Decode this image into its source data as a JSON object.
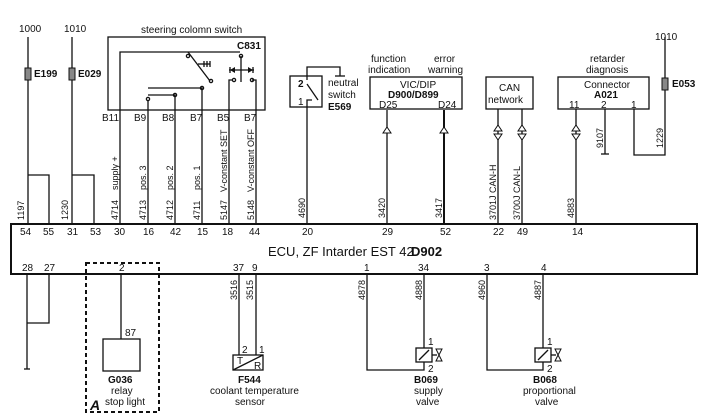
{
  "ecu": {
    "title": "ECU, ZF Intarder EST 42",
    "code": "D902",
    "top_pins": [
      "54",
      "55",
      "31",
      "53",
      "30",
      "16",
      "42",
      "15",
      "18",
      "44",
      "20",
      "29",
      "52",
      "22",
      "49",
      "14"
    ],
    "bottom_pins": [
      "28",
      "27",
      "2",
      "37",
      "9",
      "1",
      "34",
      "3",
      "4"
    ]
  },
  "supplies": [
    {
      "voltage": "1000",
      "fuse": "E199",
      "wire": "1197"
    },
    {
      "voltage": "1010",
      "fuse": "E029",
      "wire": "1230"
    },
    {
      "voltage": "1010",
      "fuse": "E053",
      "wire": "1229"
    }
  ],
  "steering_switch": {
    "title": "steering colomn switch",
    "code": "C831",
    "pins": [
      "B11",
      "B9",
      "B8",
      "B7",
      "B5",
      "B7"
    ],
    "wires": [
      {
        "number": "4714",
        "label": "supply +"
      },
      {
        "number": "4713",
        "label": "pos. 3"
      },
      {
        "number": "4712",
        "label": "pos. 2"
      },
      {
        "number": "4711",
        "label": "pos. 1"
      },
      {
        "number": "5147",
        "label": "V-constant SET"
      },
      {
        "number": "5148",
        "label": "V-constant OFF"
      }
    ]
  },
  "neutral_switch": {
    "label_line1": "neutral",
    "label_line2": "switch",
    "code": "E569",
    "pin_top": "2",
    "pin_bottom": "1",
    "wire": "4690"
  },
  "vic_dip": {
    "label_left_1": "function",
    "label_left_2": "indication",
    "label_right_1": "error",
    "label_right_2": "warning",
    "name": "VIC/DIP",
    "code": "D900/D899",
    "pin_left": "D25",
    "pin_right": "D24",
    "wire_left": "3420",
    "wire_right": "3417"
  },
  "can": {
    "line1": "CAN",
    "line2": "network",
    "wire_h": "3701J CAN-H",
    "wire_l": "3700J CAN-L"
  },
  "diagnosis": {
    "label1": "retarder",
    "label2": "diagnosis",
    "name": "Connector",
    "code": "A021",
    "pins": [
      "11",
      "2",
      "1"
    ],
    "wire_11": "4883",
    "wire_2": "9107"
  },
  "relay": {
    "pin": "87",
    "code": "G036",
    "line1": "relay",
    "line2": "stop light",
    "group_label": "A"
  },
  "coolant_sensor": {
    "code": "F544",
    "line1": "coolant temperature",
    "line2": "sensor",
    "pin_left": "2",
    "pin_right": "1",
    "sym_t": "T",
    "sym_r": "R",
    "wire_left": "3516",
    "wire_right": "3515"
  },
  "supply_valve": {
    "code": "B069",
    "line1": "supply",
    "line2": "valve",
    "pin1": "1",
    "pin2": "2",
    "wire_a": "4878",
    "wire_b": "4888"
  },
  "proportional_valve": {
    "code": "B068",
    "line1": "proportional",
    "line2": "valve",
    "pin1": "1",
    "pin2": "2",
    "wire_a": "4960",
    "wire_b": "4887"
  }
}
